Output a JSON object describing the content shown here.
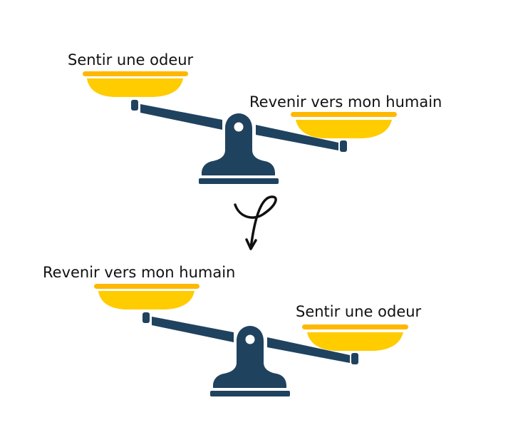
{
  "colors": {
    "beam": "#1f425f",
    "pan": "#ffcc00",
    "rim": "#ffb800",
    "arrow": "#111111"
  },
  "before": {
    "left_label": "Sentir une odeur",
    "right_label": "Revenir vers mon humain"
  },
  "after": {
    "left_label": "Revenir vers mon humain",
    "right_label": "Sentir une odeur"
  }
}
